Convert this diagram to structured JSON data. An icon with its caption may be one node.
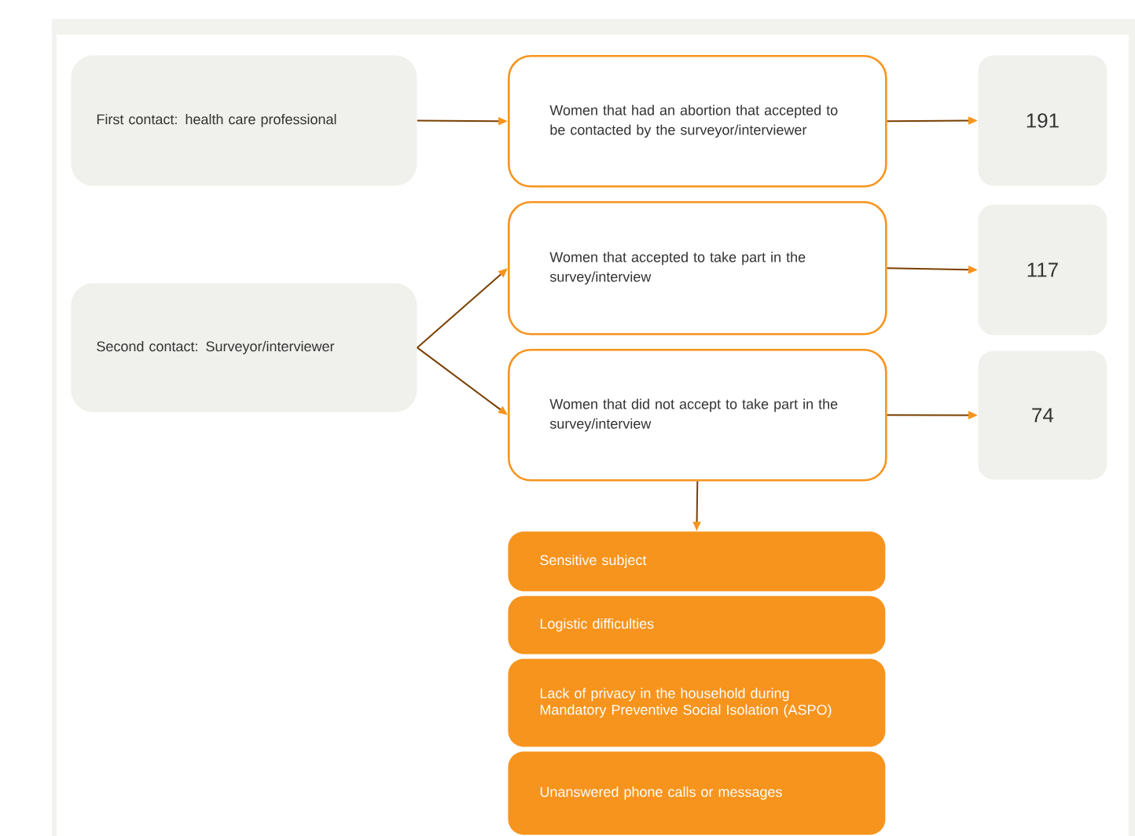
{
  "diagram": {
    "nodes": [
      {
        "text": [
          "First contact: health care professional"
        ]
      },
      {
        "text": [
          "Women that had an abortion that accepted to be contacted by the surveyor/interviewer"
        ]
      },
      {
        "text": [
          "191"
        ]
      },
      {
        "text": [
          "Second contact: Surveyor/interviewer"
        ]
      },
      {
        "text": [
          "Women that accepted to take part in the survey/interview"
        ]
      },
      {
        "text": [
          "117"
        ]
      },
      {
        "text": [
          "Women that did not accept to take part in the survey/interview"
        ]
      },
      {
        "text": [
          "74"
        ]
      },
      {
        "text": [
          "Sensitive subject"
        ]
      },
      {
        "text": [
          "Logistic difficulties"
        ]
      },
      {
        "text": [
          "Lack of privacy in the household during Mandatory Preventive Social Isolation (ASPO)"
        ]
      },
      {
        "text": [
          "Unanswered phone calls or messages"
        ]
      }
    ],
    "edges": [
      {
        "from": 0,
        "to": 1,
        "arrow": "to"
      },
      {
        "from": 1,
        "to": 2,
        "arrow": "to"
      },
      {
        "from": 3,
        "to": 4,
        "arrow": "to"
      },
      {
        "from": 3,
        "to": 6,
        "arrow": "to"
      },
      {
        "from": 4,
        "to": 5,
        "arrow": "to"
      },
      {
        "from": 6,
        "to": 7,
        "arrow": "to"
      },
      {
        "from": 6,
        "to": 8,
        "arrow": "to"
      }
    ]
  }
}
